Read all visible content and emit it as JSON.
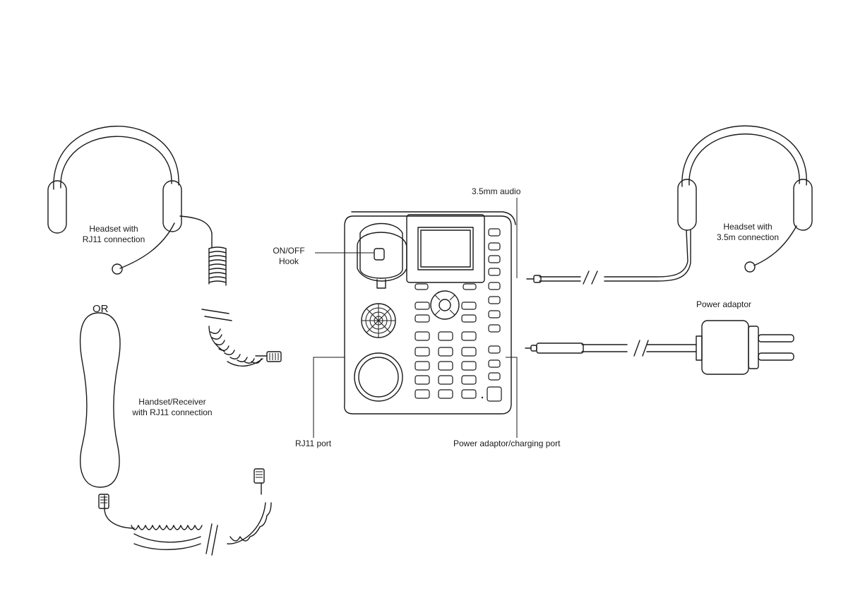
{
  "labels": {
    "headset_rj11": "Headset with\nRJ11 connection",
    "or": "OR",
    "handset": "Handset/Receiver\nwith RJ11 connection",
    "on_off_hook": "ON/OFF\nHook",
    "audio_35mm": "3.5mm audio",
    "headset_35": "Headset with\n3.5m connection",
    "power_adaptor": "Power adaptor",
    "rj11_port": "RJ11 port",
    "charging_port": "Power adaptor/charging port"
  },
  "colors": {
    "line": "#1a1a1a",
    "background": "#ffffff"
  }
}
